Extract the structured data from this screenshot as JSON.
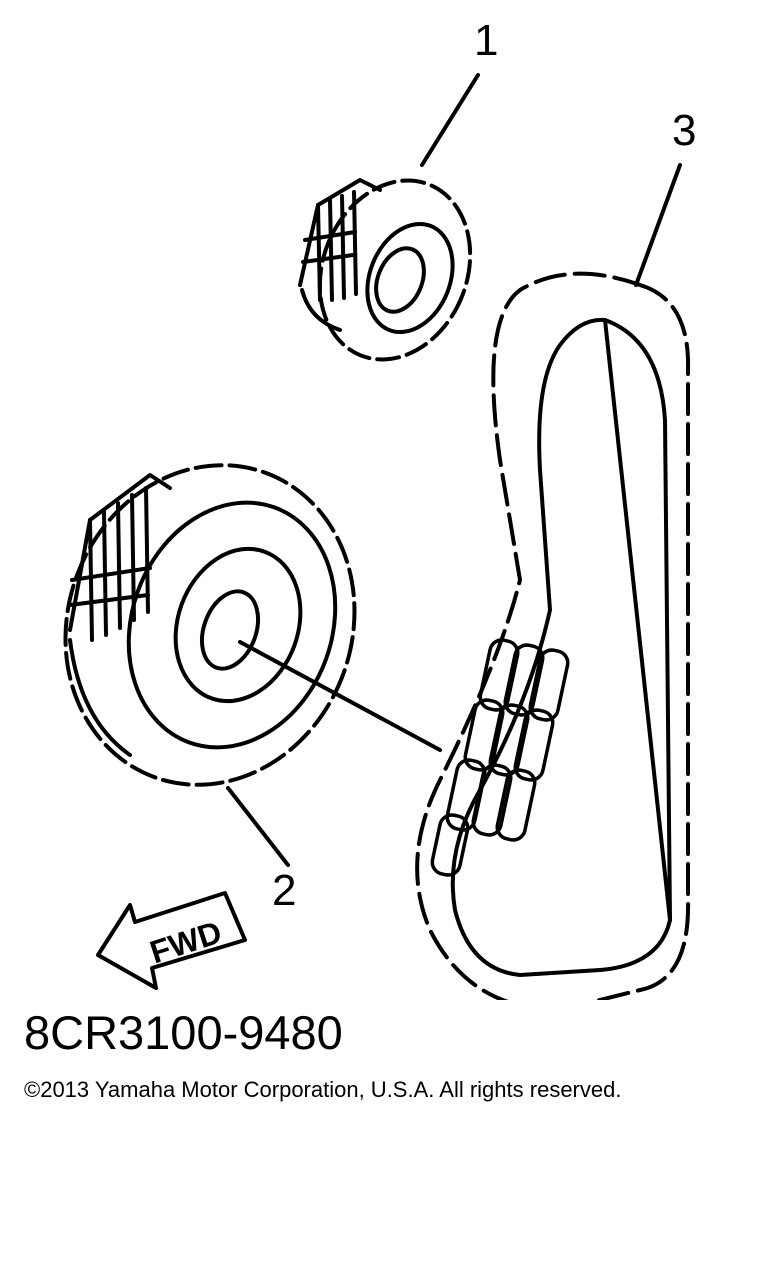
{
  "diagram": {
    "callouts": [
      "1",
      "2",
      "3"
    ],
    "direction_label": "FWD"
  },
  "footer": {
    "part_number": "8CR3100-9480",
    "copyright": "©2013 Yamaha Motor Corporation, U.S.A. All rights reserved."
  },
  "colors": {
    "ink": "#000000",
    "background": "#ffffff"
  }
}
